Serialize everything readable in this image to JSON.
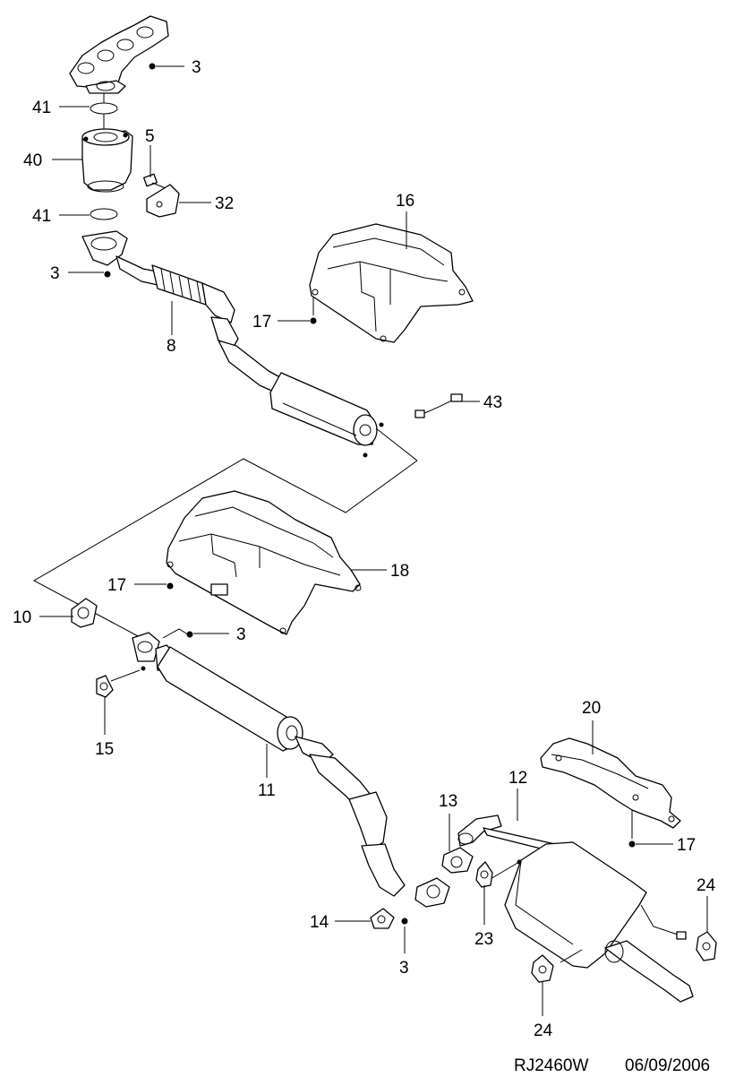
{
  "drawing": {
    "code": "RJ2460W",
    "date": "06/09/2006"
  },
  "callouts": {
    "c1": "3",
    "c2": "41",
    "c3": "5",
    "c4": "40",
    "c5": "41",
    "c6": "32",
    "c7": "3",
    "c8": "8",
    "c9": "16",
    "c10": "17",
    "c11": "43",
    "c12": "18",
    "c13": "17",
    "c14": "10",
    "c15": "3",
    "c16": "15",
    "c17": "11",
    "c18": "20",
    "c19": "12",
    "c20": "13",
    "c21": "17",
    "c22": "24",
    "c23": "14",
    "c24": "23",
    "c25": "3",
    "c26": "24"
  }
}
